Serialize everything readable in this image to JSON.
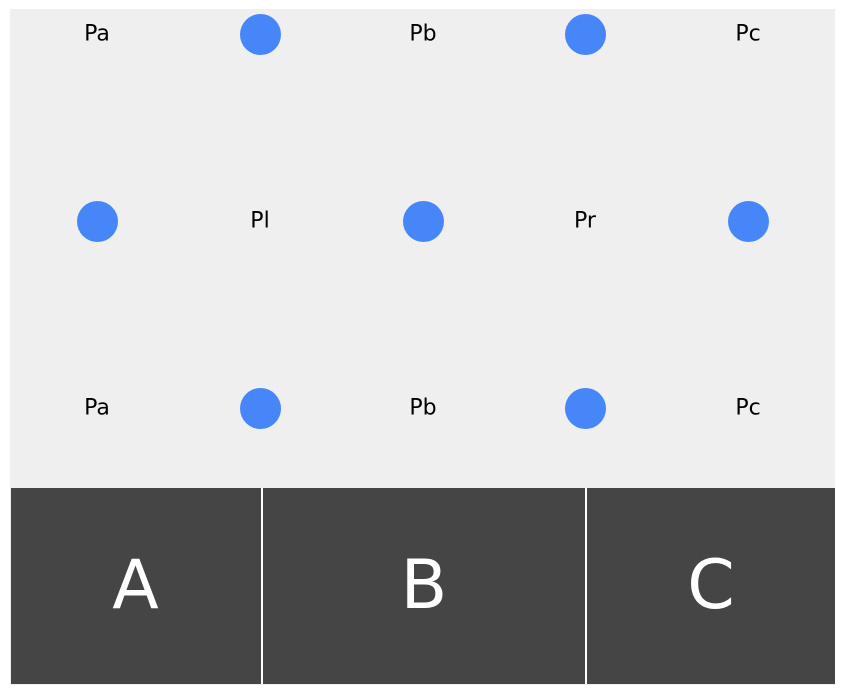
{
  "colors": {
    "background": "#efeff0",
    "dot": "#4686f8",
    "bar": "#454545",
    "bar_text": "#ffffff",
    "label_text": "#000000"
  },
  "rows": [
    {
      "cells": [
        {
          "kind": "label",
          "text": "Pa"
        },
        {
          "kind": "dot"
        },
        {
          "kind": "label",
          "text": "Pb"
        },
        {
          "kind": "dot"
        },
        {
          "kind": "label",
          "text": "Pc"
        }
      ]
    },
    {
      "cells": [
        {
          "kind": "dot"
        },
        {
          "kind": "label",
          "text": "Pl"
        },
        {
          "kind": "dot"
        },
        {
          "kind": "label",
          "text": "Pr"
        },
        {
          "kind": "dot"
        }
      ]
    },
    {
      "cells": [
        {
          "kind": "label",
          "text": "Pa"
        },
        {
          "kind": "dot"
        },
        {
          "kind": "label",
          "text": "Pb"
        },
        {
          "kind": "dot"
        },
        {
          "kind": "label",
          "text": "Pc"
        }
      ]
    }
  ],
  "keys": [
    {
      "label": "A"
    },
    {
      "label": "B"
    },
    {
      "label": "C"
    }
  ]
}
